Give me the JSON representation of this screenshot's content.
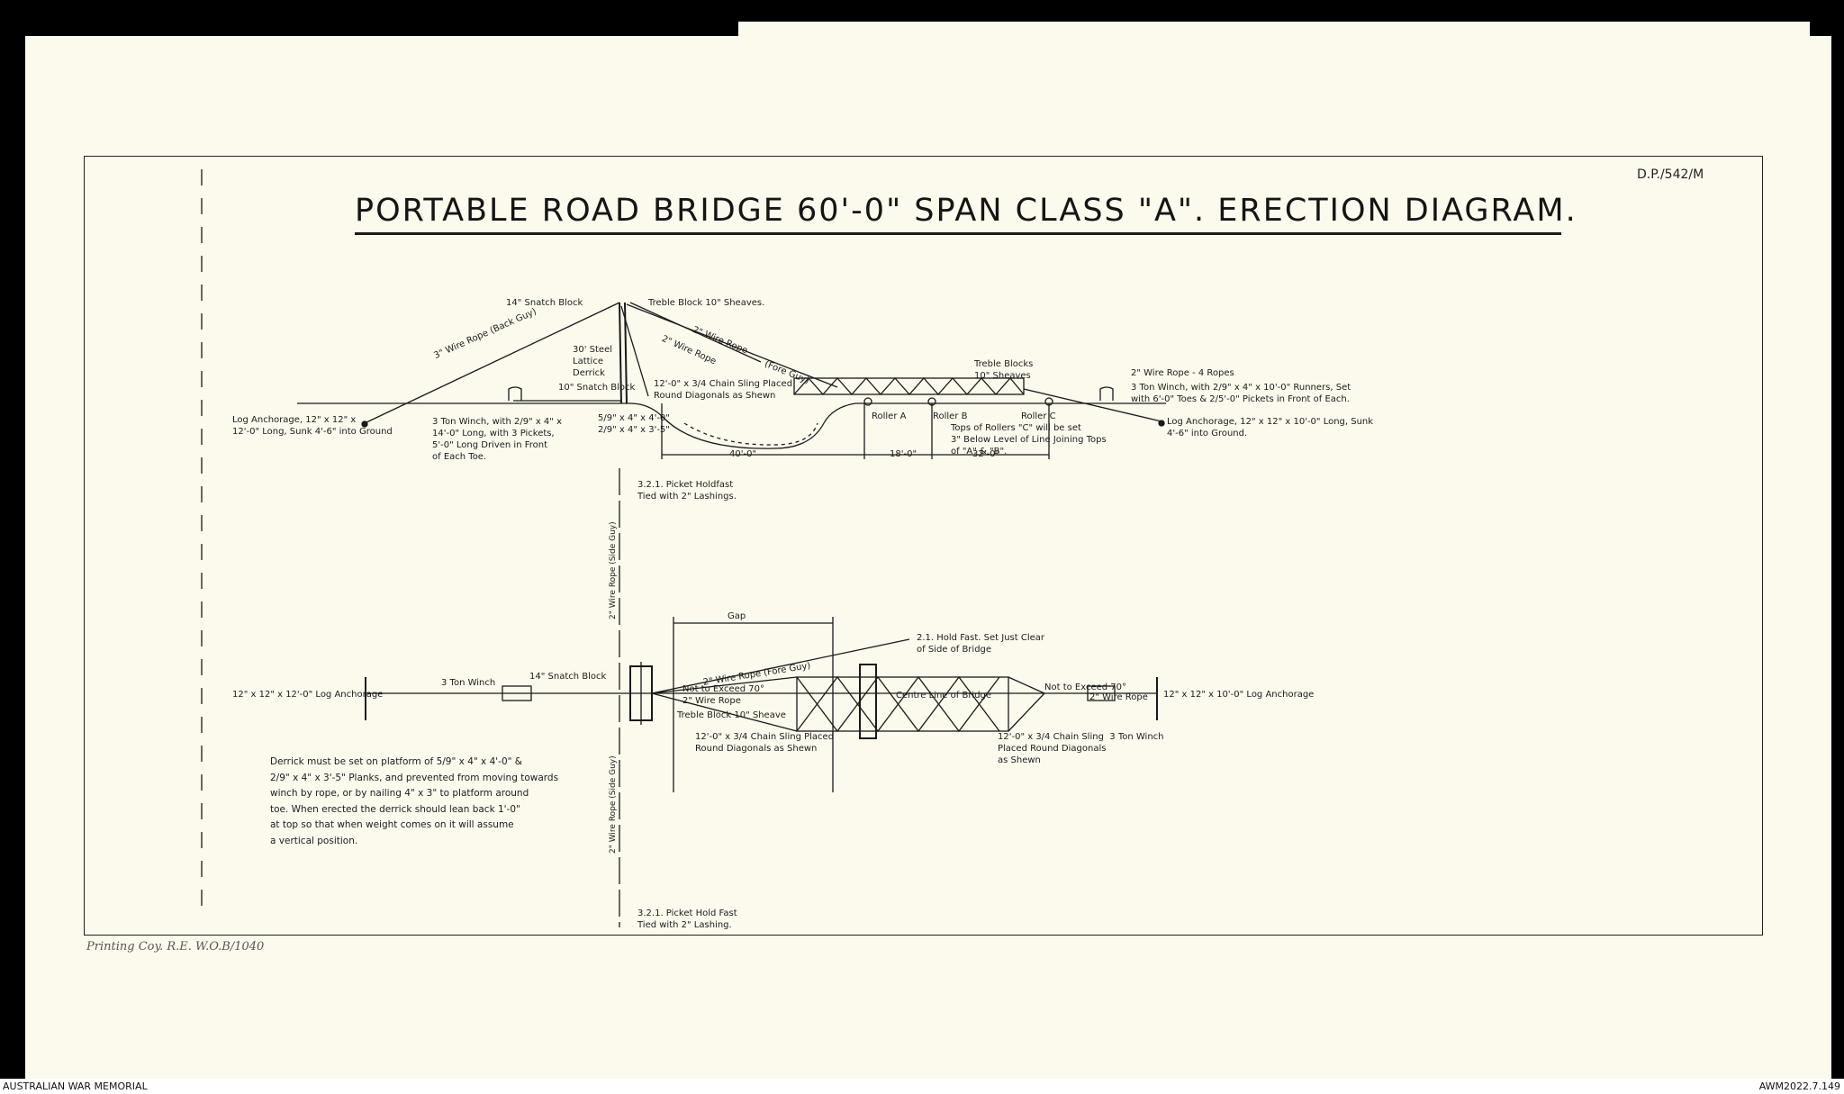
{
  "sheet": {
    "title": "PORTABLE ROAD BRIDGE 60'-0\" SPAN  CLASS \"A\".  ERECTION DIAGRAM.",
    "ref": "D.P./542/M",
    "printer": "Printing Coy. R.E. W.O.B/1040",
    "footer_left": "AUSTRALIAN WAR MEMORIAL",
    "footer_right": "AWM2022.7.149"
  },
  "elevation": {
    "snatch_top": "14\" Snatch Block",
    "treble_top": "Treble Block 10\" Sheaves.",
    "wire_back": "3\" Wire Rope (Back Guy)",
    "wire_fore": "2\" Wire Rope",
    "wire_fore2": "2\" Wire Rope",
    "fore_guy": "(Fore Guy)",
    "derrick": "30' Steel\nLattice\nDerrick",
    "snatch_low": "10\" Snatch Block",
    "chain_sling": "12'-0\" x 3/4 Chain Sling Placed\nRound Diagonals as Shewn",
    "treble_blocks": "Treble Blocks\n10\" Sheaves",
    "wire_4ropes": "2\" Wire Rope - 4 Ropes",
    "winch_right": "3 Ton Winch, with 2/9\" x 4\" x 10'-0\" Runners, Set\nwith 6'-0\" Toes & 2/5'-0\" Pickets in Front of Each.",
    "log_left": "Log Anchorage, 12\" x 12\" x\n12'-0\" Long, Sunk 4'-6\" into Ground",
    "winch_left": "3 Ton Winch, with 2/9\" x 4\" x\n14'-0\" Long, with 3 Pickets,\n5'-0\" Long Driven in Front\nof Each Toe.",
    "planks": "5/9\" x 4\" x 4'-0\"\n2/9\" x 4\" x 3'-5\"",
    "roller_a": "Roller A",
    "roller_b": "Roller B",
    "roller_c": "Roller C",
    "rollers_note": "Tops of Rollers \"C\" will be set\n3\" Below Level of Line Joining Tops\nof \"A\" & \"B\".",
    "log_right": "Log Anchorage, 12\" x 12\" x 10'-0\" Long, Sunk\n4'-6\" into Ground.",
    "dim1": "40'-0\"",
    "dim2": "18'-0\"",
    "dim3": "32'-0\""
  },
  "plan": {
    "picket_top": "3.2.1. Picket Holdfast\nTied with 2\" Lashings.",
    "side_guy_top": "2\" Wire Rope (Side Guy)",
    "side_guy_bottom": "2\" Wire Rope (Side Guy)",
    "gap": "Gap",
    "holdfast": "2.1. Hold Fast. Set Just Clear\nof Side of Bridge",
    "log_left": "12\" x 12\" x 12'-0\" Log Anchorage",
    "winch_3ton": "3 Ton Winch",
    "snatch": "14\" Snatch Block",
    "fore_guy": "2\" Wire Rope (Fore Guy)",
    "not_exceed_left": "Not to Exceed 70°\n2\" Wire Rope",
    "treble": "Treble Block 10\" Sheave",
    "centre_line": "Centre Line of Bridge",
    "not_exceed_right": "Not to Exceed 70°",
    "wire_right": "2\" Wire Rope",
    "log_right": "12\" x 12\" x 10'-0\" Log Anchorage",
    "chain_left": "12'-0\" x 3/4 Chain Sling Placed\nRound Diagonals as Shewn",
    "chain_right": "12'-0\" x 3/4 Chain Sling  3 Ton Winch\nPlaced Round Diagonals\nas Shewn",
    "derrick_note": "Derrick must be set on platform of 5/9\" x 4\" x 4'-0\" &\n2/9\" x 4\" x 3'-5\" Planks, and prevented from moving towards\nwinch by rope, or by nailing 4\" x 3\" to platform around\ntoe. When erected the derrick should lean back 1'-0\"\nat top so that when weight comes on it will assume\na vertical position.",
    "picket_bottom": "3.2.1. Picket Hold Fast\nTied with 2\" Lashing."
  }
}
